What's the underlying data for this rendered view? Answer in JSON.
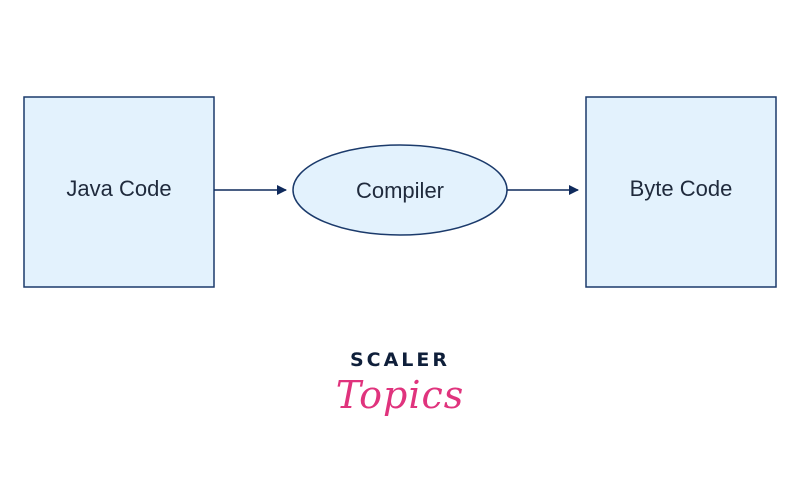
{
  "diagram": {
    "nodes": [
      {
        "id": "java-code",
        "label": "Java Code",
        "shape": "rectangle"
      },
      {
        "id": "compiler",
        "label": "Compiler",
        "shape": "ellipse"
      },
      {
        "id": "byte-code",
        "label": "Byte Code",
        "shape": "rectangle"
      }
    ],
    "edges": [
      {
        "from": "java-code",
        "to": "compiler"
      },
      {
        "from": "compiler",
        "to": "byte-code"
      }
    ],
    "colors": {
      "node_fill": "#e3f2fd",
      "node_stroke": "#1b3a6b",
      "arrow": "#0f2a5c",
      "label": "#1f2a3c"
    }
  },
  "logo": {
    "top_text": "SCALER",
    "bottom_text": "Topics",
    "colors": {
      "top": "#0f1f3a",
      "bottom": "#e0337d"
    }
  }
}
